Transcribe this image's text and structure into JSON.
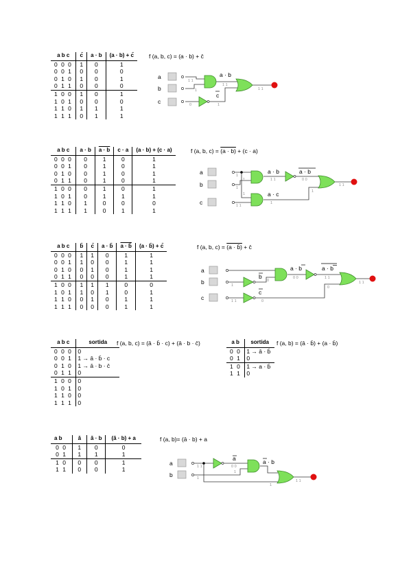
{
  "section1": {
    "headers": [
      "a b c",
      "c̄",
      "a · b",
      "(a · b) + c̄"
    ],
    "rows": [
      [
        "0 0 0",
        "1",
        "0",
        "1"
      ],
      [
        "0 0 1",
        "0",
        "0",
        "0"
      ],
      [
        "0 1 0",
        "1",
        "0",
        "1"
      ],
      [
        "0 1 1",
        "0",
        "0",
        "0"
      ],
      [
        "1 0 0",
        "1",
        "0",
        "1"
      ],
      [
        "1 0 1",
        "0",
        "0",
        "0"
      ],
      [
        "1 1 0",
        "1",
        "1",
        "1"
      ],
      [
        "1 1 1",
        "0",
        "1",
        "1"
      ]
    ],
    "formula": "f (a, b, c) = (a · b) + c̄",
    "circuit": {
      "in_a": "a",
      "in_b": "b",
      "in_c": "c",
      "lbl_and": "a · b",
      "lbl_not": "c",
      "w1": "1 1",
      "w2": "1",
      "w3": "1 1",
      "w4": "0",
      "w5": "1",
      "w6": "1 1"
    }
  },
  "section2": {
    "headers": [
      "a b c",
      "a · b",
      "a · b",
      "c · a",
      "(a · b) + (c · a)"
    ],
    "rows": [
      [
        "0 0 0",
        "0",
        "1",
        "0",
        "1"
      ],
      [
        "0 0 1",
        "0",
        "1",
        "0",
        "1"
      ],
      [
        "0 1 0",
        "0",
        "1",
        "0",
        "1"
      ],
      [
        "0 1 1",
        "0",
        "1",
        "0",
        "1"
      ],
      [
        "1 0 0",
        "0",
        "1",
        "0",
        "1"
      ],
      [
        "1 0 1",
        "0",
        "1",
        "1",
        "1"
      ],
      [
        "1 1 0",
        "1",
        "0",
        "0",
        "0"
      ],
      [
        "1 1 1",
        "1",
        "0",
        "1",
        "1"
      ]
    ],
    "formula_a": "f (a, b, c) =",
    "formula_b": "(a · b)",
    "formula_c": "+ (c · a)",
    "circuit": {
      "in_a": "a",
      "in_b": "b",
      "in_c": "c",
      "lbl_and1": "a · b",
      "lbl_nand": "a · b",
      "lbl_and2": "a · c",
      "w1": "1",
      "w2": "1",
      "w3": "1 1",
      "w4": "0 0",
      "w5": "1 1",
      "w6": "1",
      "w7": "1",
      "w8": "1 1",
      "w9": "1",
      "w10": "1"
    }
  },
  "section3": {
    "headers": [
      "a b c",
      "b̄",
      "c̄",
      "a · b̄",
      "a · b̄",
      "(a · b̄) + c̄"
    ],
    "rows": [
      [
        "0 0 0",
        "1",
        "1",
        "0",
        "1",
        "1"
      ],
      [
        "0 0 1",
        "1",
        "0",
        "0",
        "1",
        "1"
      ],
      [
        "0 1 0",
        "0",
        "1",
        "0",
        "1",
        "1"
      ],
      [
        "0 1 1",
        "0",
        "0",
        "0",
        "1",
        "1"
      ],
      [
        "1 0 0",
        "1",
        "1",
        "1",
        "0",
        "0"
      ],
      [
        "1 0 1",
        "1",
        "0",
        "1",
        "0",
        "1"
      ],
      [
        "1 1 0",
        "0",
        "1",
        "0",
        "1",
        "1"
      ],
      [
        "1 1 1",
        "0",
        "0",
        "0",
        "1",
        "1"
      ]
    ],
    "formula_a": "f (a, b, c) =",
    "formula_b": "(a · b̄)",
    "formula_c": "+ c̄",
    "circuit": {
      "in_a": "a",
      "in_b": "b",
      "in_c": "c",
      "lbl_notb": "b",
      "lbl_and": "a · b",
      "lbl_nand": "a · b",
      "lbl_notc": "c",
      "w1": "1",
      "w2": "0",
      "w3": "0 0",
      "w4": "1 1",
      "w5": "1 1",
      "w6": "0",
      "w7": "1 1",
      "w8": "0"
    }
  },
  "section4": {
    "headers": [
      "a b c",
      "sortida"
    ],
    "rows": [
      [
        "0 0 0",
        "0"
      ],
      [
        "0 0 1",
        "1 → ā · b̄ · c"
      ],
      [
        "0 1 0",
        "1 → ā · b · c̄"
      ],
      [
        "0 1 1",
        "0"
      ],
      [
        "1 0 0",
        "0"
      ],
      [
        "1 0 1",
        "0"
      ],
      [
        "1 1 0",
        "0"
      ],
      [
        "1 1 1",
        "0"
      ]
    ],
    "formula": "f (a, b, c) = (ā · b̄ · c) + (ā · b · c̄)"
  },
  "section5": {
    "headers": [
      "a b",
      "sortida"
    ],
    "rows": [
      [
        "0 0",
        "1 → ā · b̄"
      ],
      [
        "0 1",
        "0"
      ],
      [
        "1 0",
        "1 → a · b̄"
      ],
      [
        "1 1",
        "0"
      ]
    ],
    "formula": "f (a, b) = (ā · b̄) + (a · b̄)"
  },
  "section6": {
    "headers": [
      "a b",
      "ā",
      "ā · b",
      "(ā · b) + a"
    ],
    "rows": [
      [
        "0 0",
        "1",
        "0",
        "0"
      ],
      [
        "0 1",
        "1",
        "1",
        "1"
      ],
      [
        "1 0",
        "0",
        "0",
        "1"
      ],
      [
        "1 1",
        "0",
        "0",
        "1"
      ]
    ],
    "formula": "f (a, b)= (ā · b) + a",
    "circuit": {
      "in_a": "a",
      "in_b": "b",
      "lbl_not": "a",
      "lbl_and": "a · b",
      "w1": "1 1",
      "w2": "0 0",
      "w3": "1",
      "w4": "1",
      "w5": "1",
      "w6": "1 1"
    }
  },
  "colors": {
    "gate": "#7ee05a",
    "gate_stroke": "#3d8a2a",
    "output": "#e01010",
    "wire": "#333333",
    "label": "#8a8a8a"
  }
}
